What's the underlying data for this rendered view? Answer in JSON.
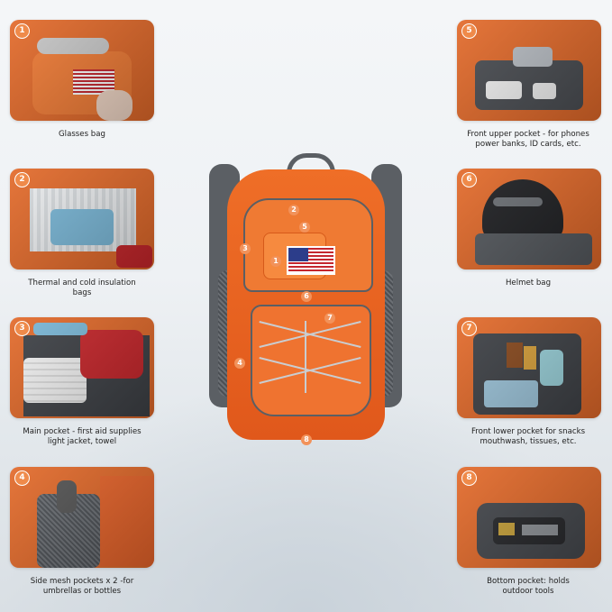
{
  "features": [
    {
      "number": "1",
      "caption_lines": [
        "Glasses bag"
      ]
    },
    {
      "number": "2",
      "caption_lines": [
        "Thermal and cold insulation",
        "bags"
      ]
    },
    {
      "number": "3",
      "caption_lines": [
        "Main pocket - first aid supplies",
        "light jacket, towel"
      ]
    },
    {
      "number": "4",
      "caption_lines": [
        "Side mesh pockets x 2 -for",
        "umbrellas or bottles"
      ]
    },
    {
      "number": "5",
      "caption_lines": [
        "Front upper pocket - for phones",
        "power banks, ID cards, etc."
      ]
    },
    {
      "number": "6",
      "caption_lines": [
        "Helmet bag"
      ]
    },
    {
      "number": "7",
      "caption_lines": [
        "Front lower pocket for snacks",
        "mouthwash, tissues, etc."
      ]
    },
    {
      "number": "8",
      "caption_lines": [
        "Bottom pocket: holds",
        "outdoor tools"
      ]
    }
  ],
  "backpack_markers": [
    "1",
    "2",
    "3",
    "4",
    "5",
    "6",
    "7",
    "8"
  ],
  "colors": {
    "accent_orange": "#e36a2a",
    "strap_grey": "#5b5f64"
  }
}
